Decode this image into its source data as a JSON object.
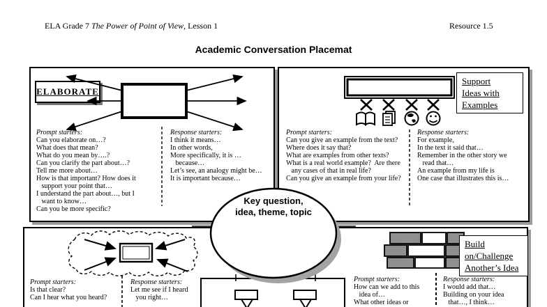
{
  "page": {
    "header_left_prefix": "ELA Grade 7 ",
    "header_left_italic": "The Power of Point of View",
    "header_left_suffix": ", Lesson 1",
    "header_right": "Resource 1.5",
    "title": "Academic Conversation Placemat"
  },
  "starters": {
    "prompt_header": "Prompt starters:",
    "response_header": "Response starters:"
  },
  "center": {
    "line1": "Key question,",
    "line2": "idea, theme, topic"
  },
  "quadrants": {
    "elaborate": {
      "label": "ELABORATE",
      "prompt_lines": [
        "Can you elaborate on…?",
        "What does that mean?",
        "What do you mean by….?",
        "Can you clarify the part about…?",
        "Tell me more about…",
        "How is that important? How does it",
        "   support your point that…",
        "I understand the part about…, but I",
        "   want to know…",
        "Can you be more specific?"
      ],
      "response_lines": [
        "I think it means…",
        "In other words,",
        "More specifically, it is …",
        "   because…",
        "Let’s see, an analogy might be…",
        "It is important because…"
      ]
    },
    "support": {
      "label_lines": [
        "Support",
        "Ideas with",
        "Examples"
      ],
      "icons": [
        "open-book-icon",
        "papers-icon",
        "globe-icon",
        "smiley-icon"
      ],
      "prompt_lines": [
        "Can you give an example from the text?",
        "Where does it say that?",
        "What are examples from other texts?",
        "What is a real world example?  Are there",
        "   any cases of that in real life?",
        "Can you give an example from your life?"
      ],
      "response_lines": [
        "For example,",
        "In the text it said that…",
        "Remember in the other story we",
        "   read that…",
        "An example from my life is",
        "One case that illustrates this is…"
      ]
    },
    "paraphrase": {
      "prompt_lines": [
        "Is that clear?",
        "Can I hear what you heard?"
      ],
      "response_lines": [
        "Let me see if I heard",
        "   you right…"
      ]
    },
    "build": {
      "label_lines": [
        "Build",
        "on/Challenge",
        "Another’s Idea"
      ],
      "prompt_lines": [
        "How can we add to this",
        "   idea of…",
        "What other ideas or"
      ],
      "response_lines": [
        "I would add that…",
        "Building on your idea",
        "   that…, I think…"
      ]
    }
  },
  "colors": {
    "brick_gray": "#8f8f8f",
    "panel_shadow": "#9c9c9c",
    "ellipse_shadow": "#a3a3a3"
  }
}
